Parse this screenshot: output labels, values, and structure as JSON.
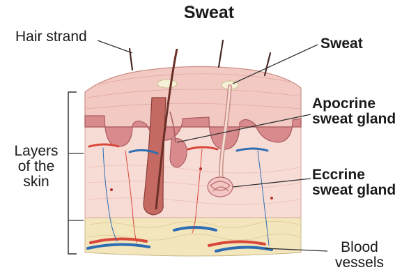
{
  "title": "Sweat",
  "labels": {
    "hair_strand": "Hair strand",
    "sweat": "Sweat",
    "apocrine": [
      "Apocrine",
      "sweat gland"
    ],
    "layers": [
      "Layers",
      "of the",
      "skin"
    ],
    "eccrine": [
      "Eccrine",
      "sweat gland"
    ],
    "blood_vessels": [
      "Blood",
      "vessels"
    ]
  },
  "colors": {
    "epidermis": "#f2c9c3",
    "dermis": "#f7dcd6",
    "papillae": "#d98a8d",
    "hypodermis": "#f3e6bd",
    "hair": "#7a3a2e",
    "artery": "#d9473a",
    "vein": "#2f6db3",
    "leader": "#333333"
  }
}
